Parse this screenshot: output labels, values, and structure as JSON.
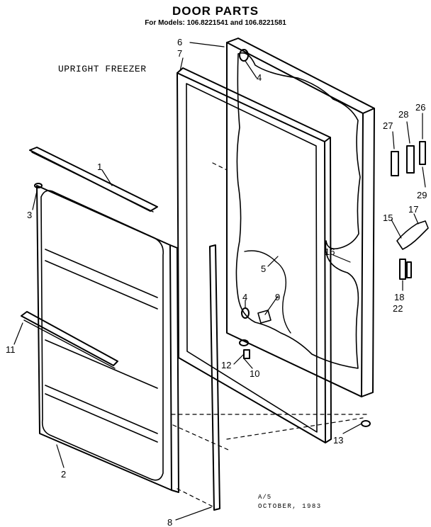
{
  "header": {
    "title": "DOOR PARTS",
    "models": "For Models: 106.8221541 and 106.8221581"
  },
  "subtitle": "UPRIGHT FREEZER",
  "footer": {
    "code": "A/5",
    "date": "OCTOBER, 1983"
  },
  "callouts": [
    "1",
    "2",
    "3",
    "4",
    "4",
    "5",
    "6",
    "7",
    "8",
    "9",
    "10",
    "11",
    "12",
    "13",
    "15",
    "16",
    "17",
    "18",
    "22",
    "26",
    "27",
    "28",
    "29"
  ]
}
